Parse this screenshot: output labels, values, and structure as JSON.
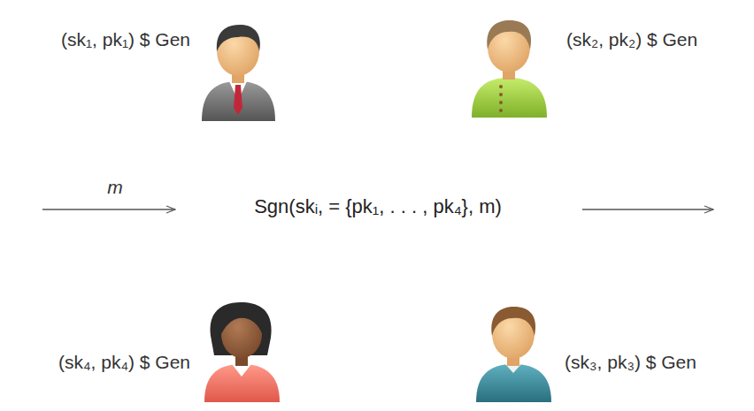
{
  "diagram": {
    "nodes": [
      {
        "text": [
          "Sgn(skᵢ,   = {pk₁, . . . , pk₄}, m)"
        ]
      }
    ],
    "labels": [
      "(sk₁, pk₁) $ Gen",
      "(sk₂, pk₂) $ Gen",
      "m",
      "(sk₄, pk₄) $ Gen",
      "(sk₃, pk₃) $ Gen"
    ]
  }
}
